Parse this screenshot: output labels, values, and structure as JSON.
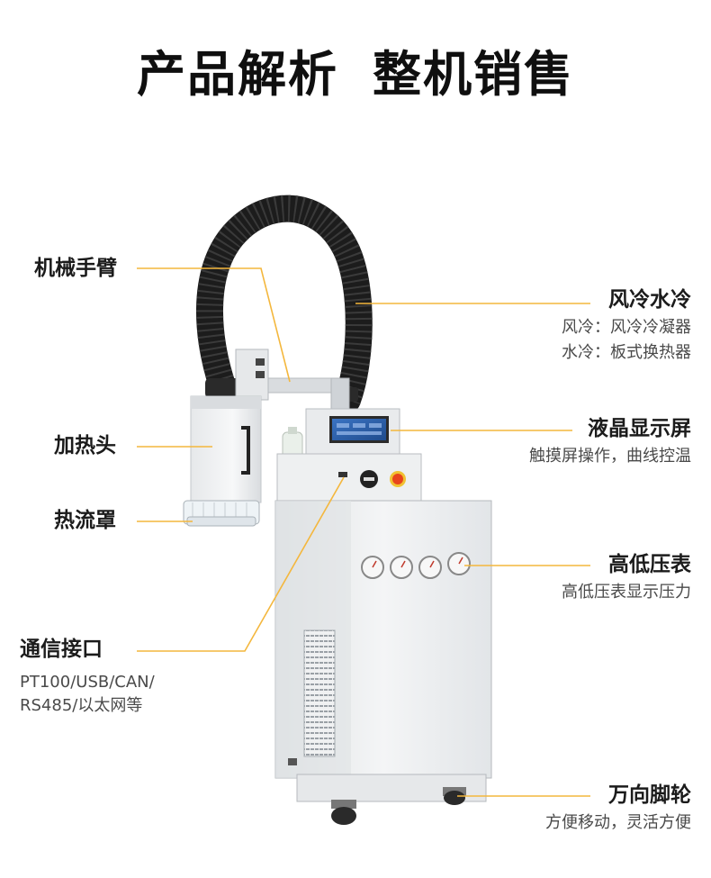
{
  "title": {
    "left": "产品解析",
    "right": "整机销售"
  },
  "labels": {
    "arm": "机械手臂",
    "heating_head": "加热头",
    "hood": "热流罩",
    "interface": {
      "title": "通信接口",
      "line1": "PT100/USB/CAN/",
      "line2": "RS485/以太网等"
    },
    "cooling": {
      "title": "风冷水冷",
      "line1": "风冷：风冷冷凝器",
      "line2": "水冷：板式换热器"
    },
    "screen": {
      "title": "液晶显示屏",
      "line1": "触摸屏操作，曲线控温"
    },
    "gauge": {
      "title": "高低压表",
      "line1": "高低压表显示压力"
    },
    "wheel": {
      "title": "万向脚轮",
      "line1": "方便移动，灵活方便"
    }
  },
  "colors": {
    "accent_line": "#f4b73d",
    "cabinet": "#eceef0",
    "hose": "#1d1d1d",
    "screen_blue": "#2e5fa8",
    "stop_button": "#e8451c"
  }
}
